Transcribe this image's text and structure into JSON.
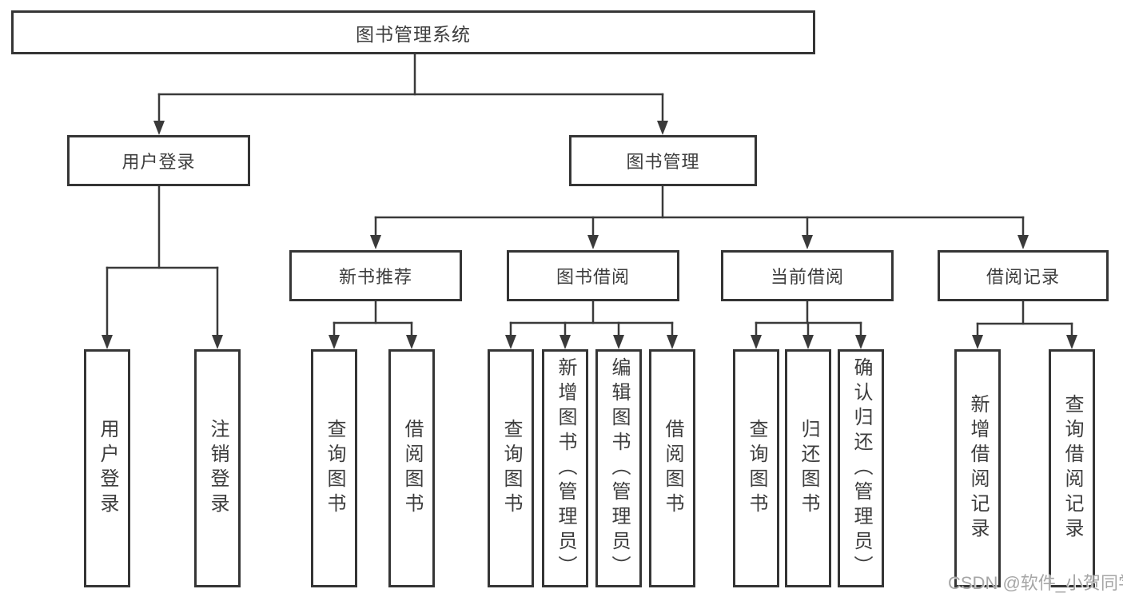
{
  "diagram": {
    "root": {
      "label": "图书管理系统"
    },
    "level2": [
      {
        "label": "用户登录"
      },
      {
        "label": "图书管理"
      }
    ],
    "level3": [
      {
        "label": "新书推荐"
      },
      {
        "label": "图书借阅"
      },
      {
        "label": "当前借阅"
      },
      {
        "label": "借阅记录"
      }
    ],
    "leaves": {
      "user_login": [
        {
          "label": "用户登录"
        },
        {
          "label": "注销登录"
        }
      ],
      "new_book": [
        {
          "label": "查询图书"
        },
        {
          "label": "借阅图书"
        }
      ],
      "book_borrow": [
        {
          "label": "查询图书"
        },
        {
          "label": "新增图书（管理员）"
        },
        {
          "label": "编辑图书（管理员）"
        },
        {
          "label": "借阅图书"
        }
      ],
      "current_borrow": [
        {
          "label": "查询图书"
        },
        {
          "label": "归还图书"
        },
        {
          "label": "确认归还（管理员）"
        }
      ],
      "borrow_record": [
        {
          "label": "新增借阅记录"
        },
        {
          "label": "查询借阅记录"
        }
      ]
    }
  },
  "watermark": {
    "text": "CSDN @软件_小贺同学"
  },
  "colors": {
    "line": "#3a3a3a",
    "box_border": "#353535",
    "text": "#3d3d3d",
    "watermark": "#a6a6a6",
    "background": "#ffffff"
  }
}
